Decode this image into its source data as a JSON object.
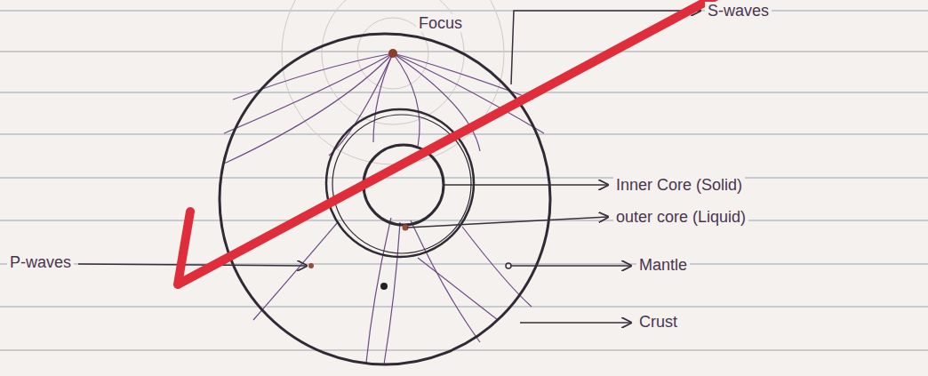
{
  "diagram": {
    "labels": [
      "Focus",
      "S-waves",
      "Inner Core (Solid)",
      "outer core (Liquid)",
      "P-waves",
      "Mantle",
      "Crust"
    ]
  }
}
